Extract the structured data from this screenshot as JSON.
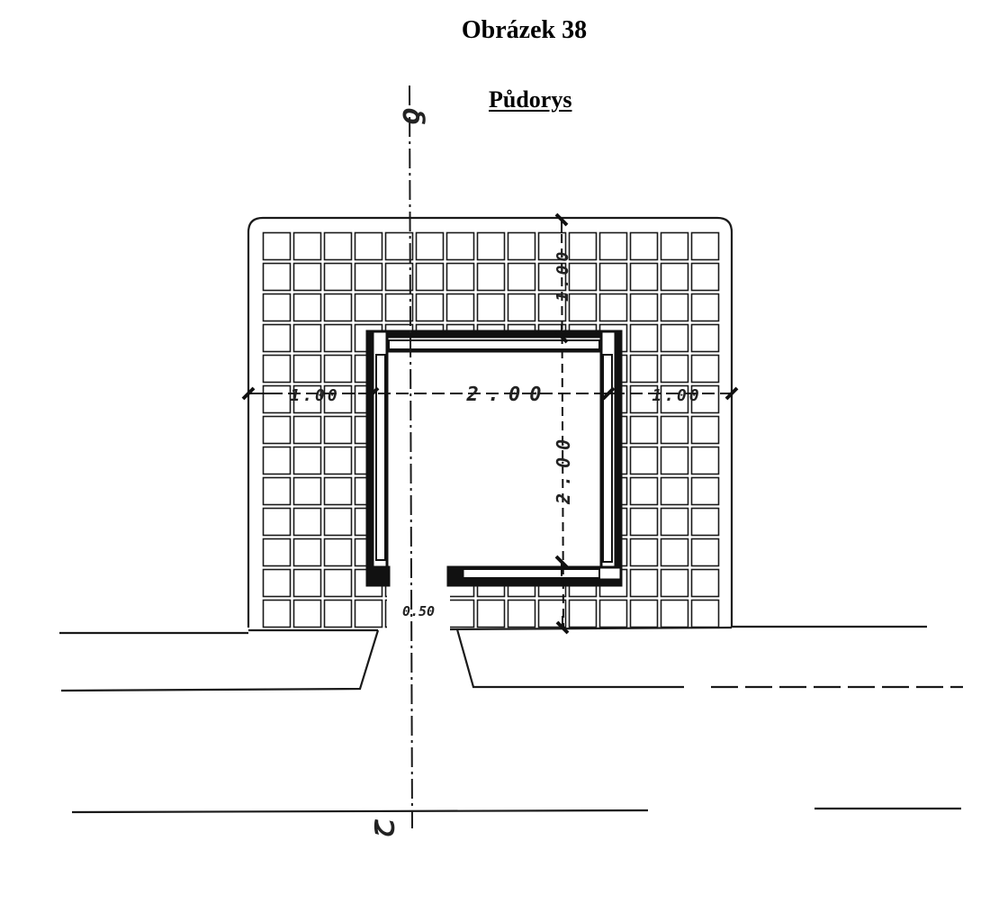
{
  "figure": {
    "title": "Obrázek 38",
    "subtitle": "Půdorys"
  },
  "drawing": {
    "section_mark_top": "δ",
    "section_mark_bottom": "ح",
    "dim_inner_width": "2.00",
    "dim_inner_depth": "2.00",
    "dim_top_paving": "1.00",
    "dim_left_paving": "1.00",
    "dim_right_paving": "1.00",
    "dim_door": "0.50",
    "line_color": "#1a1a1a",
    "wall_color": "#111111"
  }
}
